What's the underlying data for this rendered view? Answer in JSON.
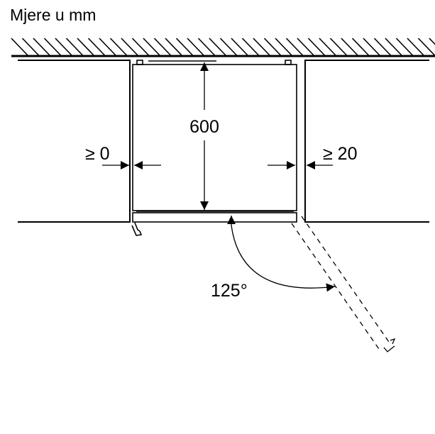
{
  "title": "Mjere u mm",
  "dimensions": {
    "depth": "600",
    "left_gap": "≥ 0",
    "right_gap": "≥ 20",
    "door_angle": "125°"
  }
}
